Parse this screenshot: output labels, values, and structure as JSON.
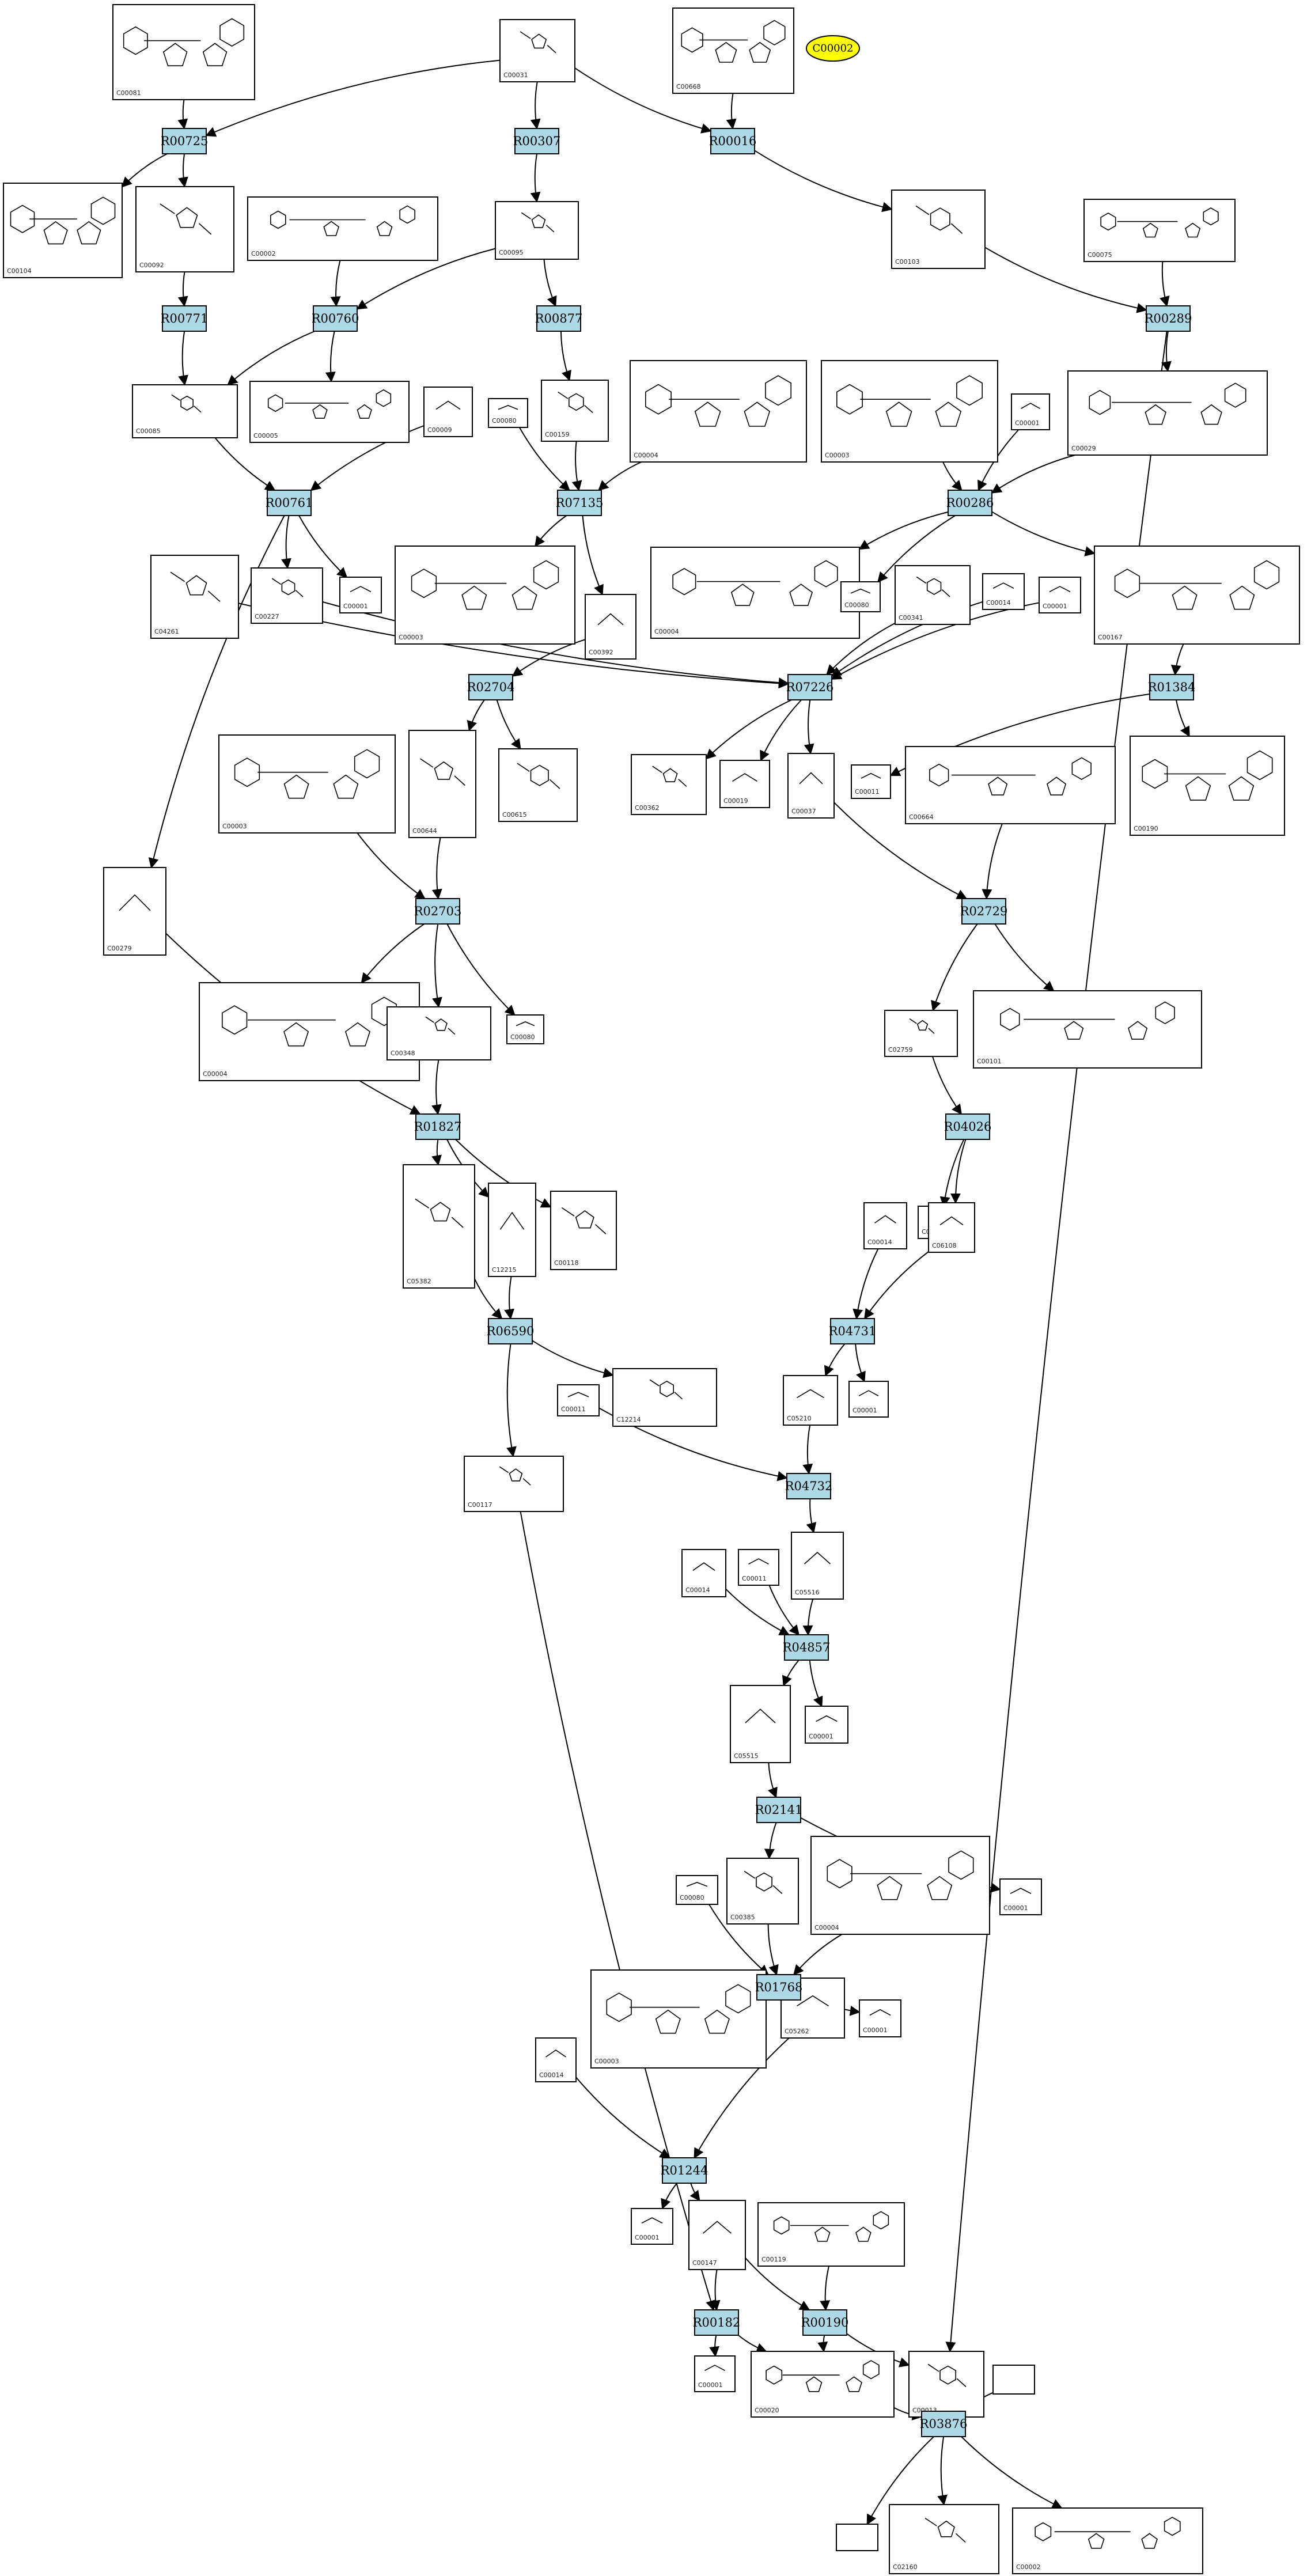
{
  "reactions": [
    {
      "id": "r1",
      "label": "R00725"
    },
    {
      "id": "r2",
      "label": "R00307"
    },
    {
      "id": "r3",
      "label": "R00016"
    },
    {
      "id": "r4",
      "label": "R00771"
    },
    {
      "id": "r5",
      "label": "R00760"
    },
    {
      "id": "r6",
      "label": "R00877"
    },
    {
      "id": "r7",
      "label": "R00289"
    },
    {
      "id": "r8",
      "label": "R00761"
    },
    {
      "id": "r9",
      "label": "R07135"
    },
    {
      "id": "r10",
      "label": "R00286"
    },
    {
      "id": "r11",
      "label": "R02704"
    },
    {
      "id": "r12",
      "label": "R07226"
    },
    {
      "id": "r13",
      "label": "R01384"
    },
    {
      "id": "r14",
      "label": "R02703"
    },
    {
      "id": "r15",
      "label": "R02729"
    },
    {
      "id": "r16",
      "label": "R01827"
    },
    {
      "id": "r17",
      "label": "R04026"
    },
    {
      "id": "r18",
      "label": "R06590"
    },
    {
      "id": "r19",
      "label": "R04731"
    },
    {
      "id": "r20",
      "label": "R04732"
    },
    {
      "id": "r21",
      "label": "R04857"
    },
    {
      "id": "r22",
      "label": "R02141"
    },
    {
      "id": "r23",
      "label": "R01768"
    },
    {
      "id": "r24",
      "label": "R01244"
    },
    {
      "id": "r25",
      "label": "R00182"
    },
    {
      "id": "r26",
      "label": "R00190"
    },
    {
      "id": "r27",
      "label": "R03876"
    }
  ],
  "compounds": [
    {
      "id": "c1",
      "label": "C00081"
    },
    {
      "id": "c2",
      "label": "C00031"
    },
    {
      "id": "c3",
      "label": "C00668"
    },
    {
      "id": "c4",
      "label": "C00002",
      "highlight": true
    },
    {
      "id": "c5",
      "label": "C00104"
    },
    {
      "id": "c6",
      "label": "C00092"
    },
    {
      "id": "c7",
      "label": "C00002"
    },
    {
      "id": "c8",
      "label": "C00095"
    },
    {
      "id": "c9",
      "label": "C00103"
    },
    {
      "id": "c10",
      "label": "C00075"
    },
    {
      "id": "c11",
      "label": "C00085"
    },
    {
      "id": "c12",
      "label": "C00005"
    },
    {
      "id": "c13",
      "label": "C00009"
    },
    {
      "id": "c14",
      "label": "C00080"
    },
    {
      "id": "c15",
      "label": "C00159"
    },
    {
      "id": "c16",
      "label": "C00004"
    },
    {
      "id": "c17",
      "label": "C00003"
    },
    {
      "id": "c18",
      "label": "C00001"
    },
    {
      "id": "c19",
      "label": "C00029"
    },
    {
      "id": "c20",
      "label": "C04261"
    },
    {
      "id": "c21",
      "label": "C00227"
    },
    {
      "id": "c22",
      "label": "C00001"
    },
    {
      "id": "c23",
      "label": "C00003"
    },
    {
      "id": "c24",
      "label": "C00392"
    },
    {
      "id": "c25",
      "label": "C00004"
    },
    {
      "id": "c26",
      "label": "C00080"
    },
    {
      "id": "c27",
      "label": "C00341"
    },
    {
      "id": "c28",
      "label": "C00014"
    },
    {
      "id": "c29",
      "label": "C00001"
    },
    {
      "id": "c30",
      "label": "C00167"
    },
    {
      "id": "c31",
      "label": "C00003"
    },
    {
      "id": "c32",
      "label": "C00644"
    },
    {
      "id": "c33",
      "label": "C00615"
    },
    {
      "id": "c34",
      "label": "C00362"
    },
    {
      "id": "c35",
      "label": "C00019"
    },
    {
      "id": "c36",
      "label": "C00037"
    },
    {
      "id": "c37",
      "label": "C00011"
    },
    {
      "id": "c38",
      "label": "C00664"
    },
    {
      "id": "c39",
      "label": "C00190"
    },
    {
      "id": "c40",
      "label": "C00279"
    },
    {
      "id": "c41",
      "label": "C00004"
    },
    {
      "id": "c42",
      "label": "C00348"
    },
    {
      "id": "c43",
      "label": "C00080"
    },
    {
      "id": "c44",
      "label": "C02759"
    },
    {
      "id": "c45",
      "label": "C00101"
    },
    {
      "id": "c46",
      "label": "C05382"
    },
    {
      "id": "c47",
      "label": "C12215"
    },
    {
      "id": "c48",
      "label": "C00118"
    },
    {
      "id": "c49",
      "label": "C00014"
    },
    {
      "id": "c50",
      "label": "C00001"
    },
    {
      "id": "c51",
      "label": "C06108"
    },
    {
      "id": "c52",
      "label": "C00011"
    },
    {
      "id": "c53",
      "label": "C12214"
    },
    {
      "id": "c54",
      "label": "C05210"
    },
    {
      "id": "c55",
      "label": "C00001"
    },
    {
      "id": "c56",
      "label": "C00117"
    },
    {
      "id": "c57",
      "label": "C00014"
    },
    {
      "id": "c58",
      "label": "C00011"
    },
    {
      "id": "c59",
      "label": "C05516"
    },
    {
      "id": "c60",
      "label": "C05515"
    },
    {
      "id": "c61",
      "label": "C00001"
    },
    {
      "id": "c62",
      "label": "C00080"
    },
    {
      "id": "c63",
      "label": "C00385"
    },
    {
      "id": "c64",
      "label": "C00004"
    },
    {
      "id": "c65",
      "label": "C00001"
    },
    {
      "id": "c66",
      "label": "C00003"
    },
    {
      "id": "c67",
      "label": "C05262"
    },
    {
      "id": "c68",
      "label": "C00001"
    },
    {
      "id": "c69",
      "label": "C00014"
    },
    {
      "id": "c70",
      "label": "C00001"
    },
    {
      "id": "c71",
      "label": "C00147"
    },
    {
      "id": "c72",
      "label": "C00119"
    },
    {
      "id": "c73",
      "label": "C00001"
    },
    {
      "id": "c74",
      "label": "C00020"
    },
    {
      "id": "c75",
      "label": "C00013"
    },
    {
      "id": "c76",
      "label": ""
    },
    {
      "id": "c77",
      "label": ""
    },
    {
      "id": "c78",
      "label": "C02160"
    },
    {
      "id": "c79",
      "label": "C00002"
    }
  ],
  "edges": [
    [
      "c1",
      "r1"
    ],
    [
      "c2",
      "r1"
    ],
    [
      "c2",
      "r2"
    ],
    [
      "c2",
      "r3"
    ],
    [
      "c3",
      "r3"
    ],
    [
      "r1",
      "c5"
    ],
    [
      "r1",
      "c6"
    ],
    [
      "r2",
      "c8"
    ],
    [
      "r3",
      "c9"
    ],
    [
      "c6",
      "r4"
    ],
    [
      "c7",
      "r5"
    ],
    [
      "c8",
      "r5"
    ],
    [
      "c8",
      "r6"
    ],
    [
      "c9",
      "r7"
    ],
    [
      "c10",
      "r7"
    ],
    [
      "r7",
      "c19"
    ],
    [
      "r4",
      "c11"
    ],
    [
      "r5",
      "c11"
    ],
    [
      "r5",
      "c12"
    ],
    [
      "r6",
      "c15"
    ],
    [
      "c11",
      "r8"
    ],
    [
      "c13",
      "r8"
    ],
    [
      "c14",
      "r9"
    ],
    [
      "c15",
      "r9"
    ],
    [
      "c16",
      "r9"
    ],
    [
      "c17",
      "r10"
    ],
    [
      "c18",
      "r10"
    ],
    [
      "c19",
      "r10"
    ],
    [
      "r8",
      "c21"
    ],
    [
      "r8",
      "c22"
    ],
    [
      "r8",
      "c40"
    ],
    [
      "r9",
      "c23"
    ],
    [
      "r9",
      "c24"
    ],
    [
      "r10",
      "c25"
    ],
    [
      "r10",
      "c26"
    ],
    [
      "r10",
      "c30"
    ],
    [
      "c20",
      "r12"
    ],
    [
      "c21",
      "r12"
    ],
    [
      "c24",
      "r11"
    ],
    [
      "c27",
      "r12"
    ],
    [
      "c28",
      "r12"
    ],
    [
      "c29",
      "r12"
    ],
    [
      "c30",
      "r13"
    ],
    [
      "r11",
      "c32"
    ],
    [
      "r11",
      "c33"
    ],
    [
      "c31",
      "r14"
    ],
    [
      "c32",
      "r14"
    ],
    [
      "r12",
      "c34"
    ],
    [
      "r12",
      "c35"
    ],
    [
      "r12",
      "c36"
    ],
    [
      "r13",
      "c37"
    ],
    [
      "r13",
      "c39"
    ],
    [
      "c36",
      "r15"
    ],
    [
      "c38",
      "r15"
    ],
    [
      "r14",
      "c41"
    ],
    [
      "r14",
      "c42"
    ],
    [
      "r14",
      "c43"
    ],
    [
      "r15",
      "c44"
    ],
    [
      "r15",
      "c45"
    ],
    [
      "c40",
      "r16"
    ],
    [
      "c42",
      "r16"
    ],
    [
      "r16",
      "c46"
    ],
    [
      "r16",
      "c47"
    ],
    [
      "r16",
      "c48"
    ],
    [
      "c44",
      "r17"
    ],
    [
      "r17",
      "c50"
    ],
    [
      "r17",
      "c51"
    ],
    [
      "c46",
      "r18"
    ],
    [
      "c47",
      "r18"
    ],
    [
      "r18",
      "c53"
    ],
    [
      "r18",
      "c56"
    ],
    [
      "c49",
      "r19"
    ],
    [
      "c51",
      "r19"
    ],
    [
      "r19",
      "c54"
    ],
    [
      "r19",
      "c55"
    ],
    [
      "c52",
      "r20"
    ],
    [
      "c54",
      "r20"
    ],
    [
      "r20",
      "c59"
    ],
    [
      "c57",
      "r21"
    ],
    [
      "c58",
      "r21"
    ],
    [
      "c59",
      "r21"
    ],
    [
      "r21",
      "c60"
    ],
    [
      "r21",
      "c61"
    ],
    [
      "c60",
      "r22"
    ],
    [
      "r22",
      "c63"
    ],
    [
      "r22",
      "c65"
    ],
    [
      "c62",
      "r23"
    ],
    [
      "c63",
      "r23"
    ],
    [
      "c64",
      "r23"
    ],
    [
      "r23",
      "c66"
    ],
    [
      "r23",
      "c67"
    ],
    [
      "r23",
      "c68"
    ],
    [
      "c67",
      "r24"
    ],
    [
      "c69",
      "r24"
    ],
    [
      "r24",
      "c70"
    ],
    [
      "r24",
      "c71"
    ],
    [
      "c56",
      "r25"
    ],
    [
      "c71",
      "r25"
    ],
    [
      "c71",
      "r26"
    ],
    [
      "c72",
      "r26"
    ],
    [
      "r25",
      "c73"
    ],
    [
      "r25",
      "c74"
    ],
    [
      "r26",
      "c74"
    ],
    [
      "r26",
      "c75"
    ],
    [
      "c74",
      "r27"
    ],
    [
      "c75",
      "r27"
    ],
    [
      "c76",
      "r27"
    ],
    [
      "r7",
      "c75"
    ],
    [
      "r27",
      "c77"
    ],
    [
      "r27",
      "c78"
    ],
    [
      "r27",
      "c79"
    ]
  ]
}
